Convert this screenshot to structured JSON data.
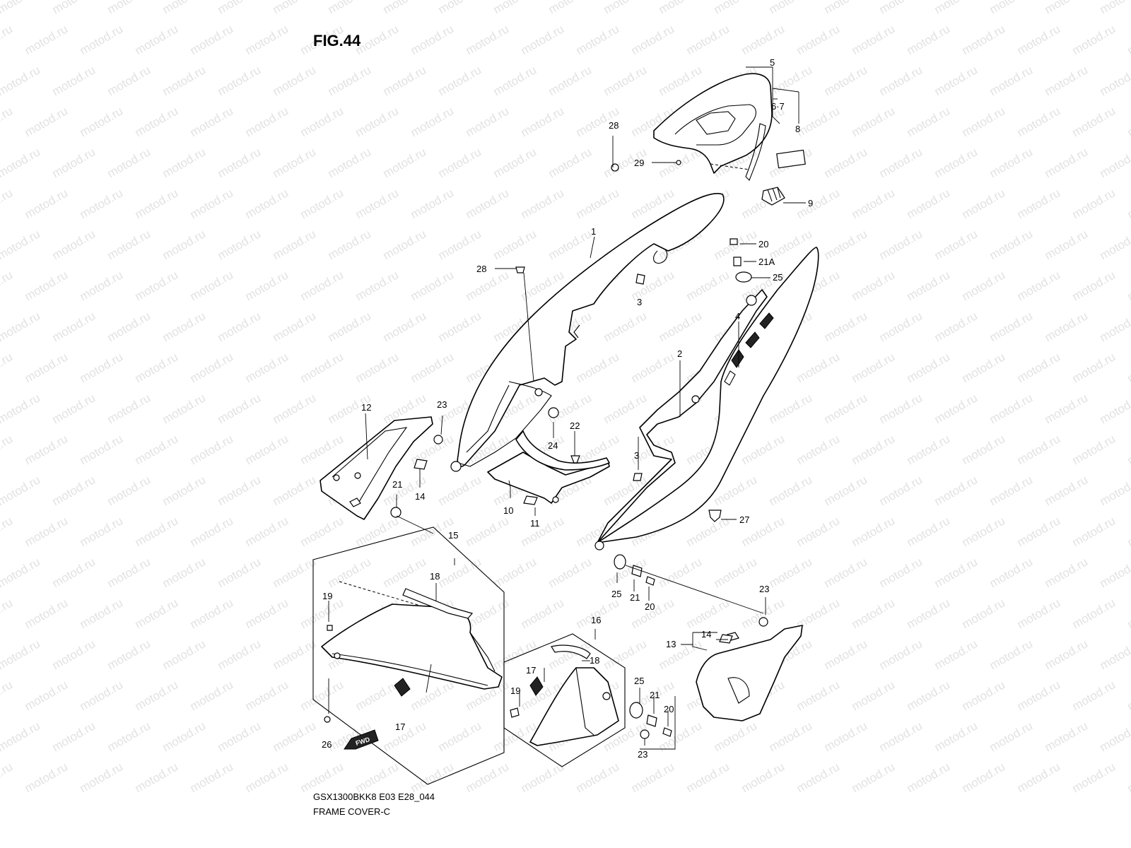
{
  "figure_title": "FIG.44",
  "model_code": "GSX1300BKK8 E03 E28_044",
  "section_name": "FRAME COVER-C",
  "watermark_text": "motod.ru",
  "fwd_arrow_text": "FWD",
  "callouts": {
    "c1": "1",
    "c2": "2",
    "c3a": "3",
    "c3b": "3",
    "c4": "4",
    "c5": "5",
    "c67": "6·7",
    "c8": "8",
    "c9": "9",
    "c10": "10",
    "c11": "11",
    "c12": "12",
    "c13": "13",
    "c14a": "14",
    "c14b": "14",
    "c15": "15",
    "c16": "16",
    "c17a": "17",
    "c17b": "17",
    "c18a": "18",
    "c18b": "18",
    "c19a": "19",
    "c19b": "19",
    "c20a": "20",
    "c20b": "20",
    "c20c": "20",
    "c21a": "21",
    "c21b": "21",
    "c21c": "21",
    "c21A": "21A",
    "c22": "22",
    "c23a": "23",
    "c23b": "23",
    "c23c": "23",
    "c24": "24",
    "c25a": "25",
    "c25b": "25",
    "c25c": "25",
    "c26": "26",
    "c27": "27",
    "c28a": "28",
    "c28b": "28",
    "c29": "29"
  }
}
